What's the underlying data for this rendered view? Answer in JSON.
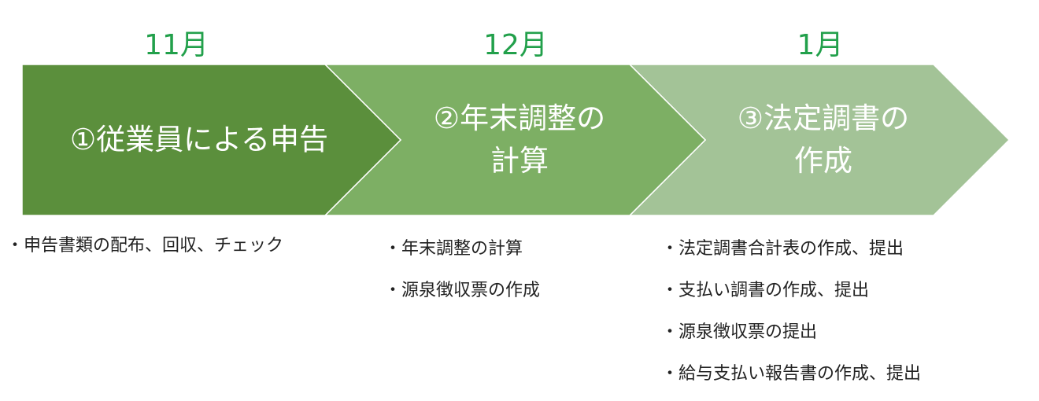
{
  "colors": {
    "month": "#22A04B",
    "step1": "#5B8F3C",
    "step2": "#7DAF64",
    "step3": "#A3C397"
  },
  "months": [
    "11月",
    "12月",
    "1月"
  ],
  "steps": [
    {
      "line1": "①従業員による申告",
      "line2": ""
    },
    {
      "line1": "②年末調整の",
      "line2": "計算"
    },
    {
      "line1": "③法定調書の",
      "line2": "作成"
    }
  ],
  "tasks": [
    [
      "・申告書類の配布、回収、チェック"
    ],
    [
      "・年末調整の計算",
      "・源泉徴収票の作成"
    ],
    [
      "・法定調書合計表の作成、提出",
      "・支払い調書の作成、提出",
      "・源泉徴収票の提出",
      "・給与支払い報告書の作成、提出"
    ]
  ]
}
